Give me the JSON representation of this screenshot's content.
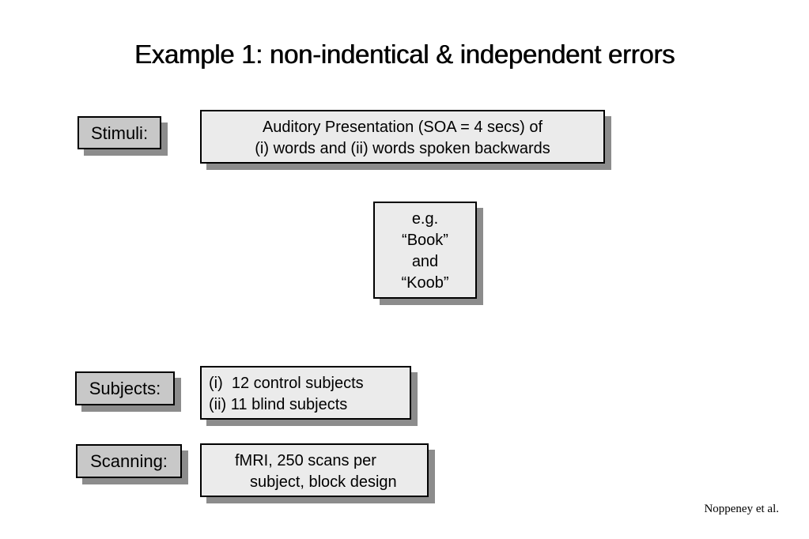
{
  "title": "Example 1: non-indentical & independent errors",
  "stimuli": {
    "label": "Stimuli:",
    "lines": [
      "Auditory Presentation (SOA = 4 secs) of",
      "(i) words and (ii) words spoken backwards"
    ]
  },
  "example": {
    "lines": [
      "e.g.",
      "“Book”",
      "and",
      "“Koob”"
    ]
  },
  "subjects": {
    "label": "Subjects:",
    "lines": [
      "(i)  12 control subjects",
      "(ii) 11 blind subjects"
    ]
  },
  "scanning": {
    "label": "Scanning:",
    "lines": [
      "fMRI, 250 scans per",
      "subject, block design"
    ]
  },
  "credit": "Noppeney et al."
}
